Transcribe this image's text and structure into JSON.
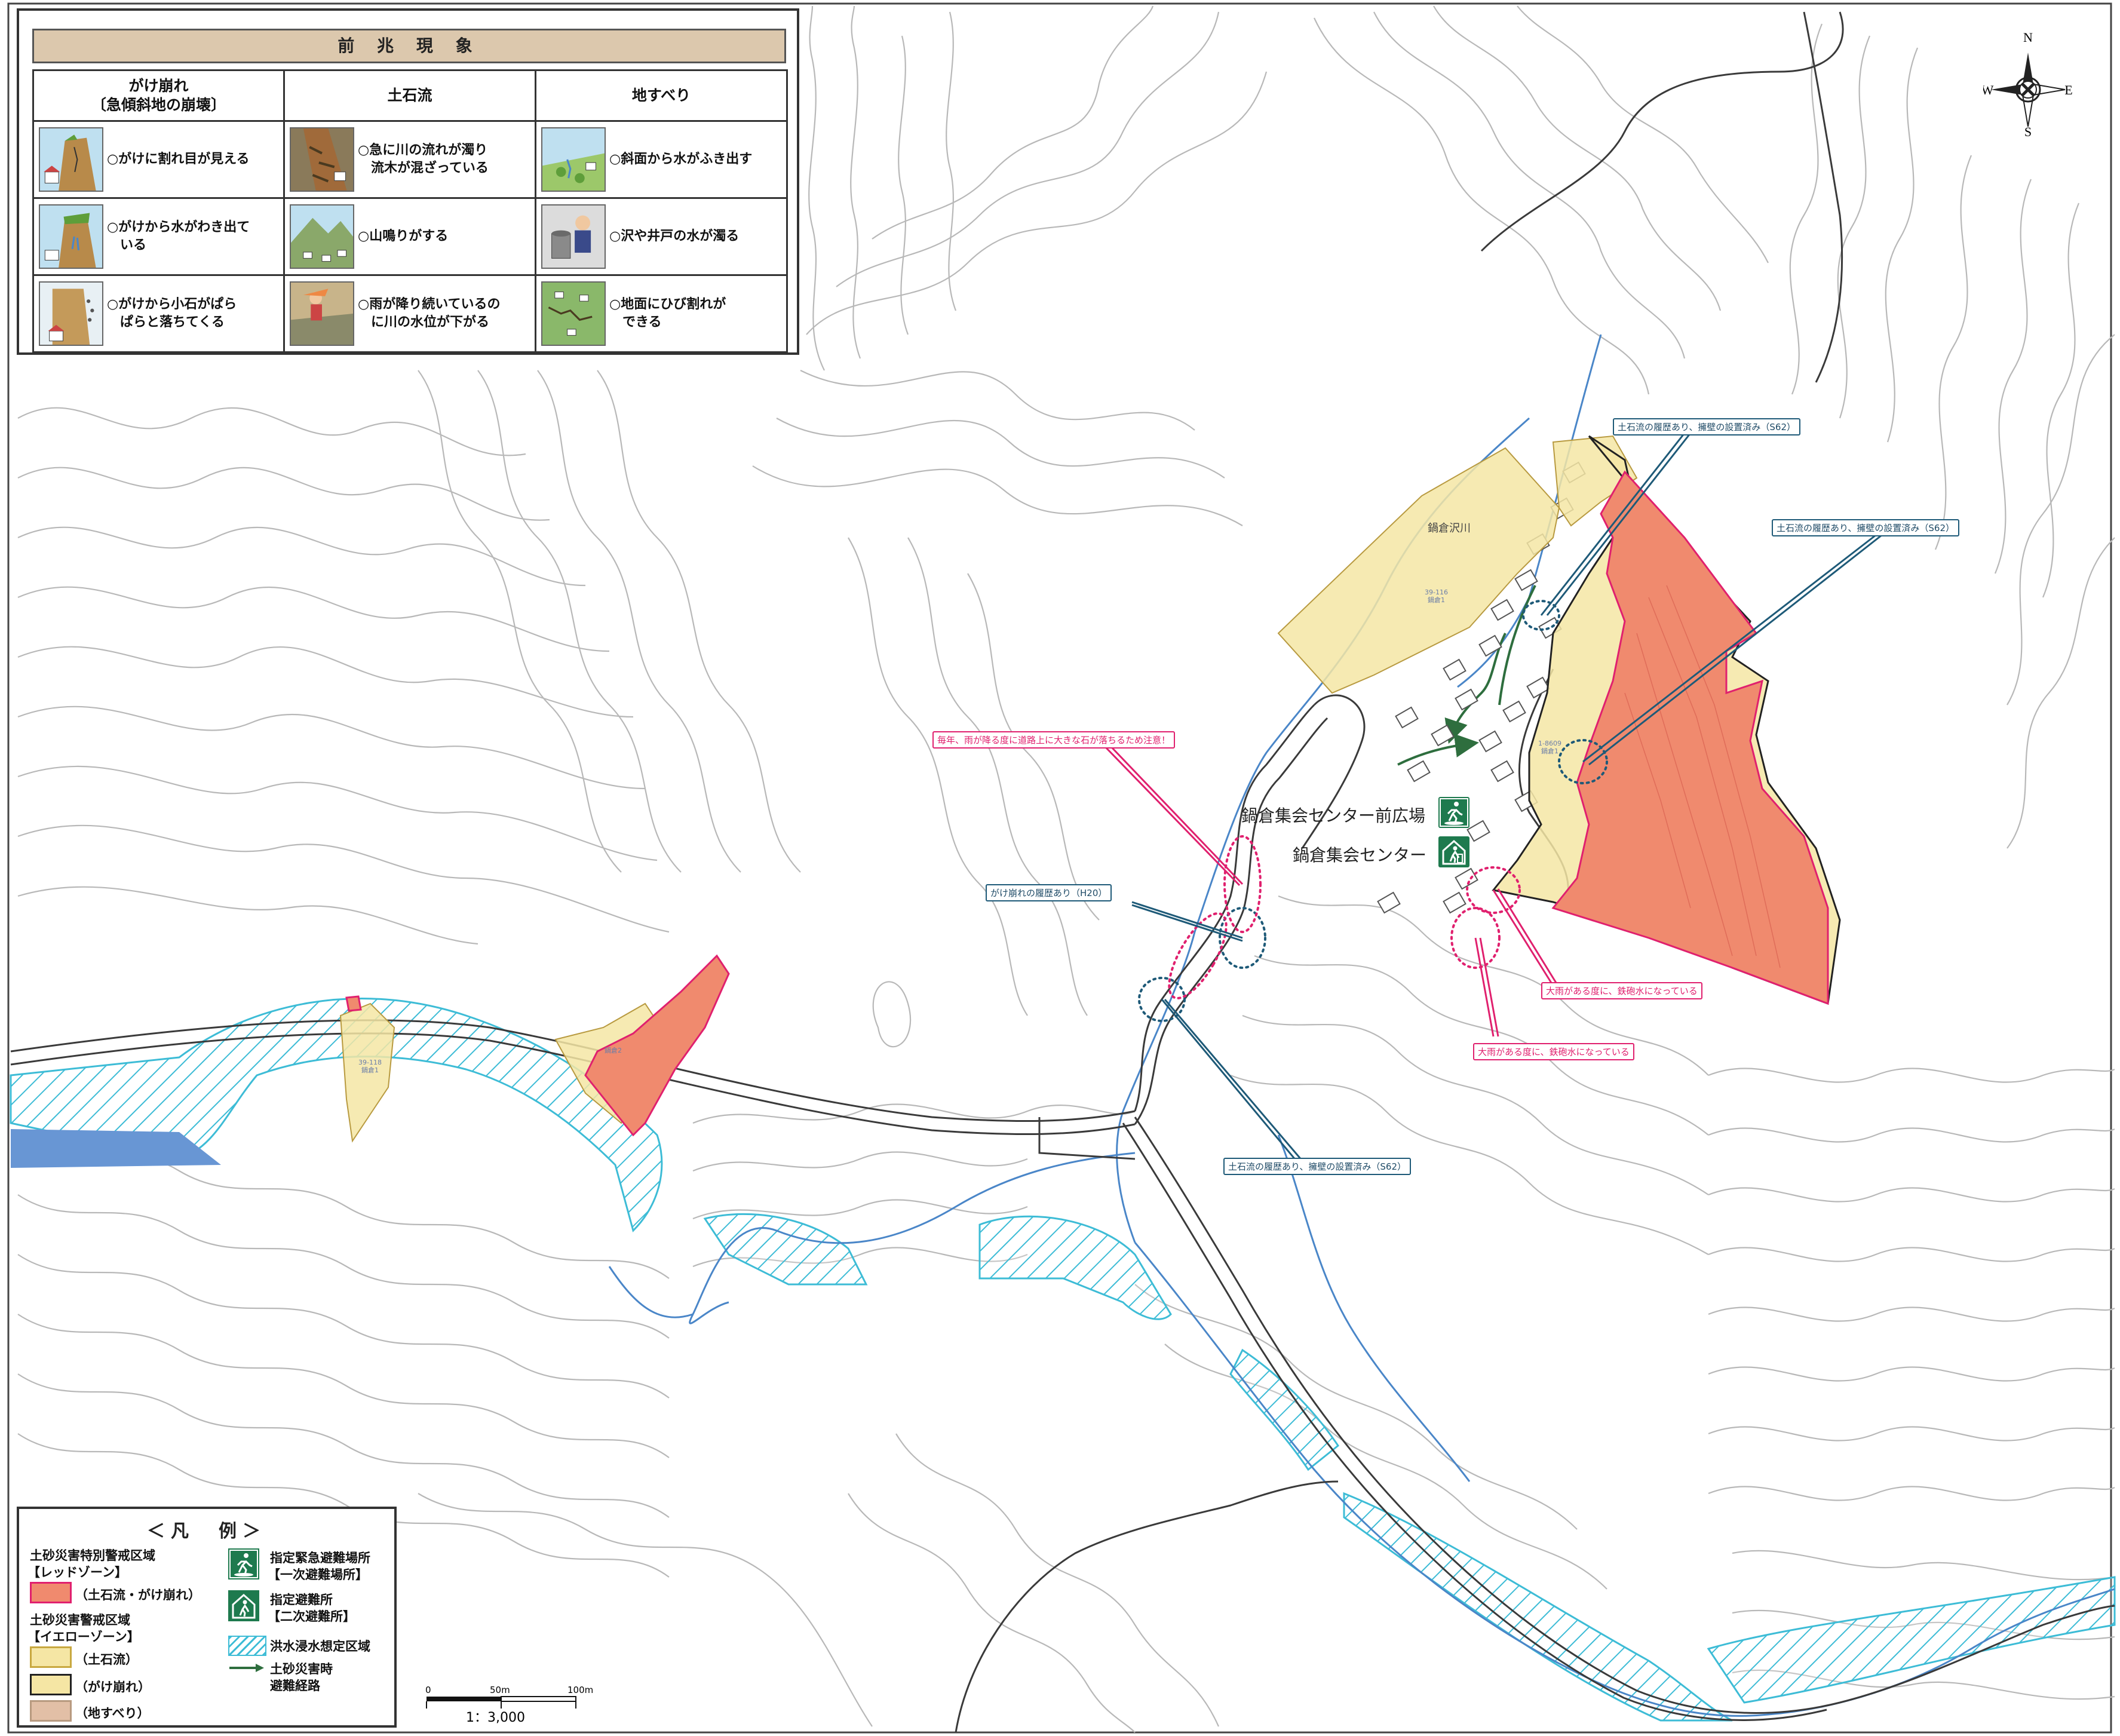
{
  "precursor_panel": {
    "title": "前 兆 現 象",
    "columns": [
      {
        "header": "がけ崩れ\n〔急傾斜地の崩壊〕",
        "items": [
          "○がけに割れ目が見える",
          "○がけから水がわき出て\n　いる",
          "○がけから小石がぱら\n　ぱらと落ちてくる"
        ]
      },
      {
        "header": "土石流",
        "items": [
          "○急に川の流れが濁り\n　流木が混ざっている",
          "○山鳴りがする",
          "○雨が降り続いているの\n　に川の水位が下がる"
        ]
      },
      {
        "header": "地すべり",
        "items": [
          "○斜面から水がふき出す",
          "○沢や井戸の水が濁る",
          "○地面にひび割れが\n　できる"
        ]
      }
    ]
  },
  "compass": {
    "n": "N",
    "s": "S",
    "e": "E",
    "w": "W"
  },
  "map_labels": {
    "river": "鍋倉沢川",
    "zone_code_1": "39-116\n鍋倉1",
    "zone_code_2": "1-8609\n鍋倉1",
    "zone_code_3": "39-118\n鍋倉1",
    "zone_code_4": "鍋倉2",
    "evac_square": "鍋倉集会センター前広場",
    "evac_center": "鍋倉集会センター"
  },
  "callouts": {
    "debris_s62_a": "土石流の履歴あり、擁壁の設置済み（S62）",
    "debris_s62_b": "土石流の履歴あり、擁壁の設置済み（S62）",
    "debris_s62_c": "土石流の履歴あり、擁壁の設置済み（S62）",
    "rockfall": "毎年、雨が降る度に道路上に大きな石が落ちるため注意！",
    "landslide_h20": "がけ崩れの履歴あり（H20）",
    "flash_flood_a": "大雨がある度に、鉄砲水になっている",
    "flash_flood_b": "大雨がある度に、鉄砲水になっている"
  },
  "legend": {
    "title": "＜凡　例＞",
    "special_zone_title": "土砂災害特別警戒区域",
    "red_zone": "【レッドゾーン】",
    "red_item": "（土石流・がけ崩れ）",
    "warning_zone_title": "土砂災害警戒区域",
    "yellow_zone": "【イエローゾーン】",
    "yellow_debris": "（土石流）",
    "yellow_cliff": "（がけ崩れ）",
    "yellow_landslide": "（地すべり）",
    "emergency_site": "指定緊急避難場所",
    "emergency_site_sub": "【一次避難場所】",
    "shelter": "指定避難所",
    "shelter_sub": "【二次避難所】",
    "flood_area": "洪水浸水想定区域",
    "evac_route": "土砂災害時",
    "evac_route_sub": "避難経路"
  },
  "scale": {
    "t0": "0",
    "t50": "50m",
    "t100": "100m",
    "ratio": "1：3,000"
  },
  "colors": {
    "red_zone": "#f08a6e",
    "red_zone_edge": "#e0206e",
    "yellow_zone": "#f5e6a4",
    "landslide_zone": "#e2bfa6",
    "flood_hatch": "#3dbcd6",
    "river": "#4a86c8",
    "route": "#2e6e3e",
    "facility": "#1e7a4e",
    "callout_blue": "#1e5a78",
    "callout_pink": "#e0206e"
  }
}
